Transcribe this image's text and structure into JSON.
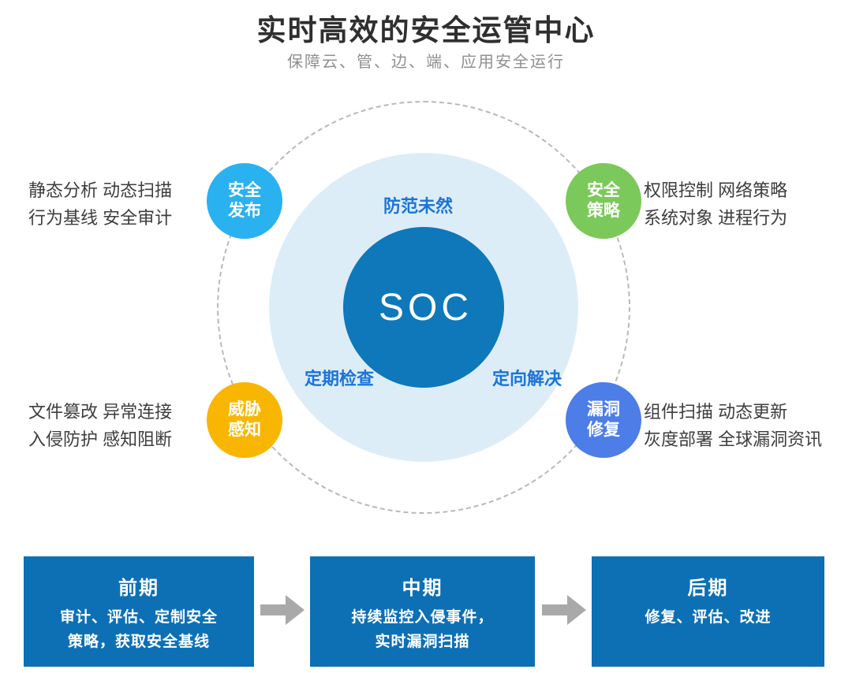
{
  "header": {
    "title": "实时高效的安全运管中心",
    "subtitle": "保障云、管、边、端、应用安全运行"
  },
  "center": {
    "label": "SOC"
  },
  "inner_labels": {
    "top": "防范未然",
    "bottom_left": "定期检查",
    "bottom_right": "定向解决"
  },
  "nodes": [
    {
      "name": "security-release",
      "line1": "安全",
      "line2": "发布",
      "color": "#29b2ef"
    },
    {
      "name": "security-policy",
      "line1": "安全",
      "line2": "策略",
      "color": "#7cc95b"
    },
    {
      "name": "threat-awareness",
      "line1": "威胁",
      "line2": "感知",
      "color": "#f9b601"
    },
    {
      "name": "vulnerability-repair",
      "line1": "漏洞",
      "line2": "修复",
      "color": "#4d7ee8"
    }
  ],
  "side_texts": {
    "top_left": [
      "静态分析 动态扫描",
      "行为基线 安全审计"
    ],
    "top_right": [
      "权限控制 网络策略",
      "系统对象 进程行为"
    ],
    "bottom_left": [
      "文件篡改 异常连接",
      "入侵防护 感知阻断"
    ],
    "bottom_right": [
      "组件扫描 动态更新",
      "灰度部署 全球漏洞资讯"
    ]
  },
  "flow": {
    "stages": [
      {
        "title": "前期",
        "lines": [
          "审计、评估、定制安全",
          "策略，获取安全基线"
        ]
      },
      {
        "title": "中期",
        "lines": [
          "持续监控入侵事件，",
          "实时漏洞扫描"
        ]
      },
      {
        "title": "后期",
        "lines": [
          "修复、评估、改进"
        ]
      }
    ]
  },
  "colors": {
    "soc_circle": "#0e78ba",
    "inner_ring": "#ddedf8",
    "orbit_dash": "#b9b9b9",
    "stage_box": "#0d70b5",
    "accent_label_text": "#1b74d8",
    "arrow": "#a9a9a9",
    "node_release": "#29b2ef",
    "node_policy": "#7cc95b",
    "node_threat": "#f9b601",
    "node_vuln": "#4d7ee8"
  }
}
